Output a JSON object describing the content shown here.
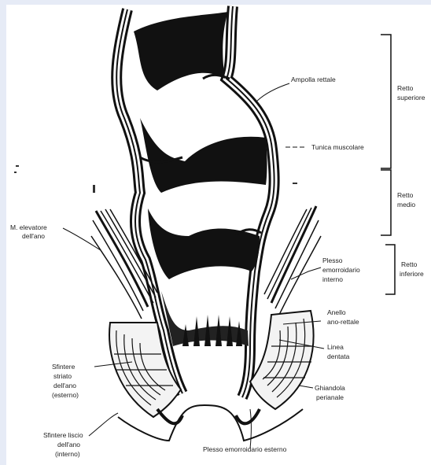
{
  "labels": {
    "ampolla": "Ampolla rettale",
    "tunica": "Tunica muscolare",
    "elevatore_1": "M. elevatore",
    "elevatore_2": "dell'ano",
    "plesso_int_1": "Plesso",
    "plesso_int_2": "emorroidario",
    "plesso_int_3": "interno",
    "anello_1": "Anello",
    "anello_2": "ano-rettale",
    "linea_1": "Linea",
    "linea_2": "dentata",
    "ghiandola_1": "Ghiandola",
    "ghiandola_2": "perianale",
    "sfint_str_1": "Sfintere",
    "sfint_str_2": "striato",
    "sfint_str_3": "dell'ano",
    "sfint_str_4": "(esterno)",
    "sfint_lis_1": "Sfintere liscio",
    "sfint_lis_2": "dell'ano",
    "sfint_lis_3": "(interno)",
    "plesso_est": "Plesso emorroidario esterno",
    "retto_sup_1": "Retto",
    "retto_sup_2": "superiore",
    "retto_med_1": "Retto",
    "retto_med_2": "medio",
    "retto_inf_1": "Retto",
    "retto_inf_2": "inferiore"
  }
}
